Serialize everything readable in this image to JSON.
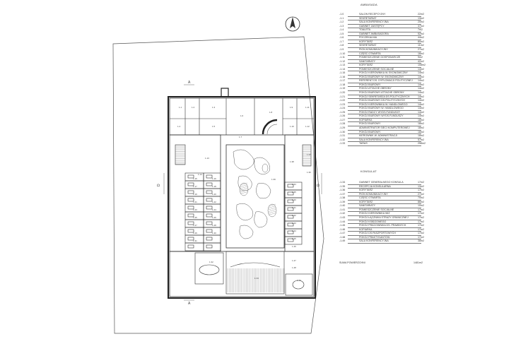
{
  "ambasada": {
    "title": "AMBASADA",
    "rooms": [
      {
        "num": "-1.0",
        "name": "SALON RECEPCYJNY",
        "area": "22m2"
      },
      {
        "num": "-1.1",
        "name": "SEKRETARIAT",
        "area": "13m2"
      },
      {
        "num": "-1.2",
        "name": "SALA KONFERENCYJNA",
        "area": "20m2"
      },
      {
        "num": "-1.3",
        "name": "GABINET ZASTĘPCY",
        "area": "37m2"
      },
      {
        "num": "-1.4",
        "name": "TOALETA",
        "area": "7m2"
      },
      {
        "num": "-1.5",
        "name": "GABINET AMBASADORA",
        "area": "52m2"
      },
      {
        "num": "-1.6",
        "name": "POCZEKALNIA",
        "area": "44m2"
      },
      {
        "num": "-1.7",
        "name": "KORYTARZ",
        "area": "80m2"
      },
      {
        "num": "-1.8",
        "name": "SEKRETARIAT",
        "area": "11m2"
      },
      {
        "num": "-1.9",
        "name": "PION KOMUNIKACYJNY",
        "area": "27m2"
      },
      {
        "num": "-1.10",
        "name": "CZĘŚĆ OTWARTA",
        "area": "16m2"
      },
      {
        "num": "-1.11",
        "name": "POMIESZCZENIE GOSPODARCZE",
        "area": "9m2"
      },
      {
        "num": "-1.12",
        "name": "SANITARIATY",
        "area": "42m2"
      },
      {
        "num": "-1.13",
        "name": "KORYTARZ",
        "area": "108m2"
      },
      {
        "num": "-1.14",
        "name": "POMIESZCZENIE SOCJALNE",
        "area": "14m2"
      },
      {
        "num": "-1.15",
        "name": "POKÓJ KIEROWNIKA W. EKONOMICZNY",
        "area": "14m2"
      },
      {
        "num": "-1.16",
        "name": "POKÓJ BIUROWY W. EKONOMICZNY",
        "area": "14m2"
      },
      {
        "num": "-1.17",
        "name": "REFERENT DS. DYPLOMACJI POLITYCZNEJ",
        "area": "14m2"
      },
      {
        "num": "-1.18",
        "name": "POKÓJ BIUROWY",
        "area": "14m2"
      },
      {
        "num": "-1.19",
        "name": "POKÓJ ATTACHE OBRONY",
        "area": "14m2"
      },
      {
        "num": "-1.20",
        "name": "POKÓJ BIUROWY ATTACHE OBRONY",
        "area": "14m2"
      },
      {
        "num": "-1.21",
        "name": "POKÓJ SEKRETARZA DS.POLITYCZNYCH",
        "area": "14m2"
      },
      {
        "num": "-1.22",
        "name": "POKÓJ BIUROWY DS.POLITYCZNYCH",
        "area": "14m2"
      },
      {
        "num": "-1.23",
        "name": "POKÓJ KIEROWNIKA W. HANDLOWEGO",
        "area": "14m2"
      },
      {
        "num": "-1.24",
        "name": "POKÓJ BIUROWY W. HANDLOWEGO",
        "area": "14m2"
      },
      {
        "num": "-1.25",
        "name": "POKÓJ RADCY WYDS.FUNDUSZY",
        "area": "14m2"
      },
      {
        "num": "-1.26",
        "name": "POKÓJ BIUROWY WYDS.FUNDUSZY",
        "area": "14m2"
      },
      {
        "num": "-1.27",
        "name": "KOPIARKA",
        "area": "18m2"
      },
      {
        "num": "-1.28",
        "name": "POKÓJ BIUROWY",
        "area": "18m2"
      },
      {
        "num": "-1.29",
        "name": "ADMINISTRATOR SIECI KOMPUTEROWEJ",
        "area": "18m2"
      },
      {
        "num": "-1.30",
        "name": "POKÓJ BIUROWY",
        "area": "18m2"
      },
      {
        "num": "-1.31",
        "name": "KIEROWNIK W. ADMINISTRACJI",
        "area": "18m2"
      },
      {
        "num": "-1.32",
        "name": "SALA KONFERENCYJNA",
        "area": "57m2"
      },
      {
        "num": "-1.33",
        "name": "TARAS",
        "area": "258m2"
      }
    ]
  },
  "konsulat": {
    "title": "KONSULAT",
    "rooms": [
      {
        "num": "-1.34",
        "name": "GABINET GENERALNEGO KONSULA",
        "area": "17m2"
      },
      {
        "num": "-1.35",
        "name": "RECEPCJA KONSULARNA",
        "area": "13m2"
      },
      {
        "num": "-1.36",
        "name": "KORYTARZ",
        "area": "17m2"
      },
      {
        "num": "-1.37",
        "name": "PION KOMUNIKACYJNY",
        "area": "27m2"
      },
      {
        "num": "-1.38",
        "name": "CZĘŚĆ OTWARTA",
        "area": "70m2"
      },
      {
        "num": "-1.39",
        "name": "KORYTARZ",
        "area": "86m2"
      },
      {
        "num": "-1.40",
        "name": "SANITARIATY",
        "area": "10m2"
      },
      {
        "num": "-1.41",
        "name": "POMIESZCZENIE SOCJALNE",
        "area": "17m2"
      },
      {
        "num": "-1.42",
        "name": "POKÓJ KIEROWNIKA WIZ",
        "area": "17m2"
      },
      {
        "num": "-1.43",
        "name": "POKÓJ ŁĄCZNIKA STRAŻY GRANICZNEJ",
        "area": "17m2"
      },
      {
        "num": "-1.44",
        "name": "POKÓJ KSIĘGOWEGO",
        "area": "17m2"
      },
      {
        "num": "-1.45",
        "name": "POKÓJ PRACOWNIKA DS. PRAWNYCH",
        "area": "17m2"
      },
      {
        "num": "-1.46",
        "name": "KOPIARKA",
        "area": "17m2"
      },
      {
        "num": "-1.47",
        "name": "POKÓJ DS.PASZPORTOWYCH",
        "area": "17m2"
      },
      {
        "num": "-1.48",
        "name": "POKÓJ PRAKTYKANTÓW",
        "area": "17m2"
      },
      {
        "num": "-1.49",
        "name": "SALA KONFERENCYJNA",
        "area": "38m2"
      }
    ]
  },
  "total": {
    "label": "SUMA POWIERZCHNI",
    "value": "1481m2"
  },
  "plan": {
    "sections": [
      "D",
      "D",
      "A",
      "A"
    ],
    "room_tags": [
      "1.1",
      "1.2",
      "1.3",
      "1.4",
      "1.5",
      "1.6",
      "1.7",
      "1.8",
      "1.9",
      "1.10",
      "1.11",
      "1.12",
      "1.13",
      "1.14",
      "1.15",
      "1.16",
      "1.17",
      "1.18",
      "1.19",
      "1.20",
      "1.21",
      "1.22",
      "1.23",
      "1.24",
      "1.25",
      "1.26",
      "1.27",
      "1.28",
      "1.29",
      "1.30",
      "1.31",
      "1.32",
      "1.33",
      "1.34",
      "1.35",
      "1.36",
      "1.37",
      "1.38",
      "1.39",
      "1.40",
      "1.41",
      "1.42",
      "1.43",
      "1.44",
      "1.45",
      "1.46",
      "1.47",
      "1.48",
      "1.49"
    ]
  },
  "colors": {
    "line": "#333333",
    "light": "#888888",
    "bg": "#ffffff"
  }
}
